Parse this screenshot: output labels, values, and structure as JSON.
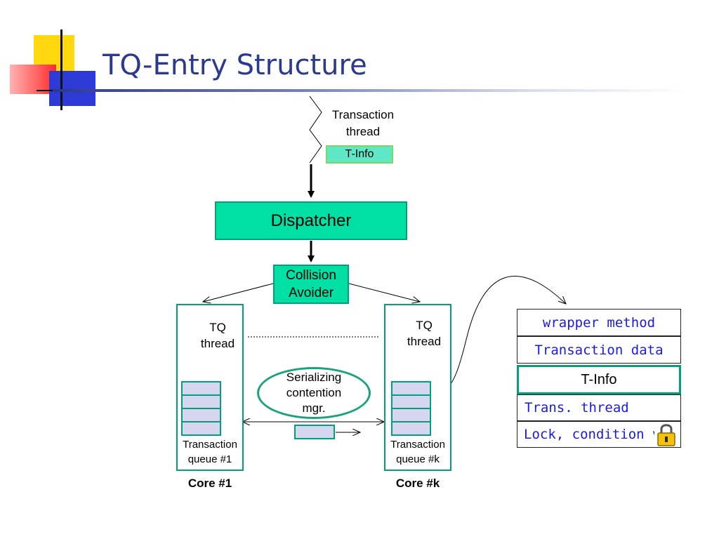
{
  "slide": {
    "title": "TQ-Entry Structure"
  },
  "diagram": {
    "transaction_thread_label_1": "Transaction",
    "transaction_thread_label_2": "thread",
    "tinfo_label": "T-Info",
    "dispatcher_label": "Dispatcher",
    "collision_label_1": "Collision",
    "collision_label_2": "Avoider",
    "core1": {
      "tq_label_1": "TQ",
      "tq_label_2": "thread",
      "queue_label_1": "Transaction",
      "queue_label_2": "queue #1",
      "core_label": "Core #1"
    },
    "corek": {
      "tq_label_1": "TQ",
      "tq_label_2": "thread",
      "queue_label_1": "Transaction",
      "queue_label_2": "queue #k",
      "core_label": "Core #k"
    },
    "serializer_label_1": "Serializing",
    "serializer_label_2": "contention",
    "serializer_label_3": "mgr.",
    "entry_table": [
      "wrapper method",
      "Transaction data",
      "T-Info",
      "Trans. thread",
      "Lock, condition var"
    ]
  },
  "colors": {
    "title": "#2b3a8f",
    "accent_fill": "#00e0a4",
    "accent_border": "#00a07a",
    "queue_fill": "#d6d6f0",
    "table_text": "#1a1ae6"
  },
  "icons": [
    "lock-icon"
  ]
}
